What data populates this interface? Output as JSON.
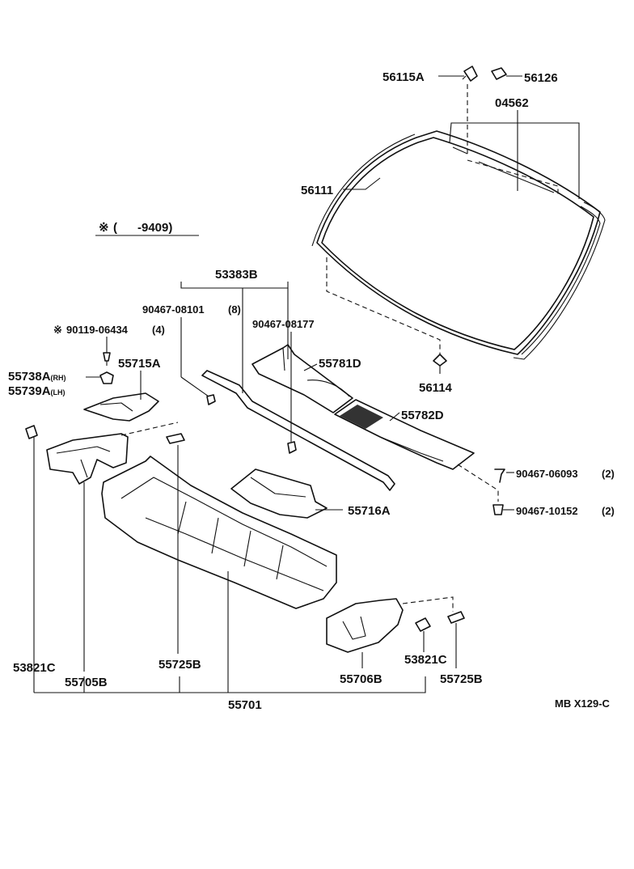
{
  "labels": {
    "p56115A": "56115A",
    "p56126": "56126",
    "p04562": "04562",
    "p56111": "56111",
    "p56114": "56114",
    "note_symbol": "※",
    "note_range": "(      -9409)",
    "p53383B": "53383B",
    "p90467_08101": "90467-08101",
    "p90467_08101_qty": "(8)",
    "p90467_08177": "90467-08177",
    "p90119_06434_mark": "※",
    "p90119_06434": "90119-06434",
    "p90119_06434_qty": "(4)",
    "p55738A": "55738A",
    "p55738A_side": "(RH)",
    "p55739A": "55739A",
    "p55739A_side": "(LH)",
    "p55715A": "55715A",
    "p55781D": "55781D",
    "p55782D": "55782D",
    "p90467_06093": "90467-06093",
    "p90467_06093_qty": "(2)",
    "p90467_10152": "90467-10152",
    "p90467_10152_qty": "(2)",
    "p55716A": "55716A",
    "p53821C_left": "53821C",
    "p55705B": "55705B",
    "p55725B_left": "55725B",
    "p55701": "55701",
    "p55706B": "55706B",
    "p53821C_right": "53821C",
    "p55725B_right": "55725B",
    "ref_code": "MB X129-C"
  }
}
